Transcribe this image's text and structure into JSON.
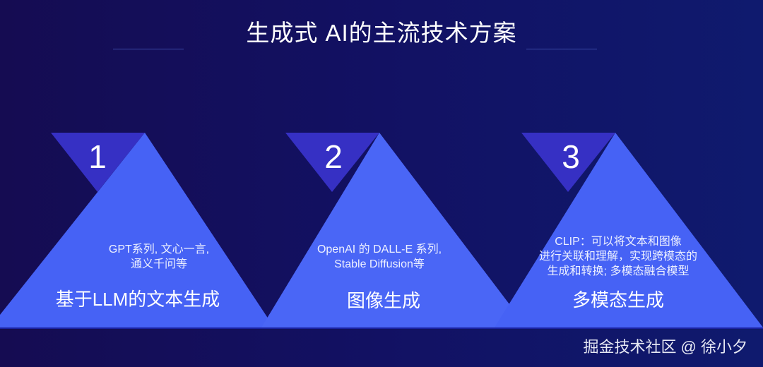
{
  "title": "生成式 AI的主流技术方案",
  "colors": {
    "background": "#121163",
    "triangle_main": "#4662f5",
    "triangle_number": "#3630c4",
    "title_rule": "#3b4aa8",
    "base_strip": "#1a22a0"
  },
  "cards": [
    {
      "number": "1",
      "desc_lines": [
        "GPT系列, 文心一言,",
        "通义千问等"
      ],
      "heading": "基于LLM的文本生成"
    },
    {
      "number": "2",
      "desc_lines": [
        "OpenAI 的 DALL-E 系列,",
        "Stable Diffusion等"
      ],
      "heading": "图像生成"
    },
    {
      "number": "3",
      "desc_lines": [
        "CLIP：可以将文本和图像",
        "进行关联和理解，实现跨模态的",
        "生成和转换; 多模态融合模型"
      ],
      "heading": "多模态生成"
    }
  ],
  "watermark": "掘金技术社区 @ 徐小夕"
}
